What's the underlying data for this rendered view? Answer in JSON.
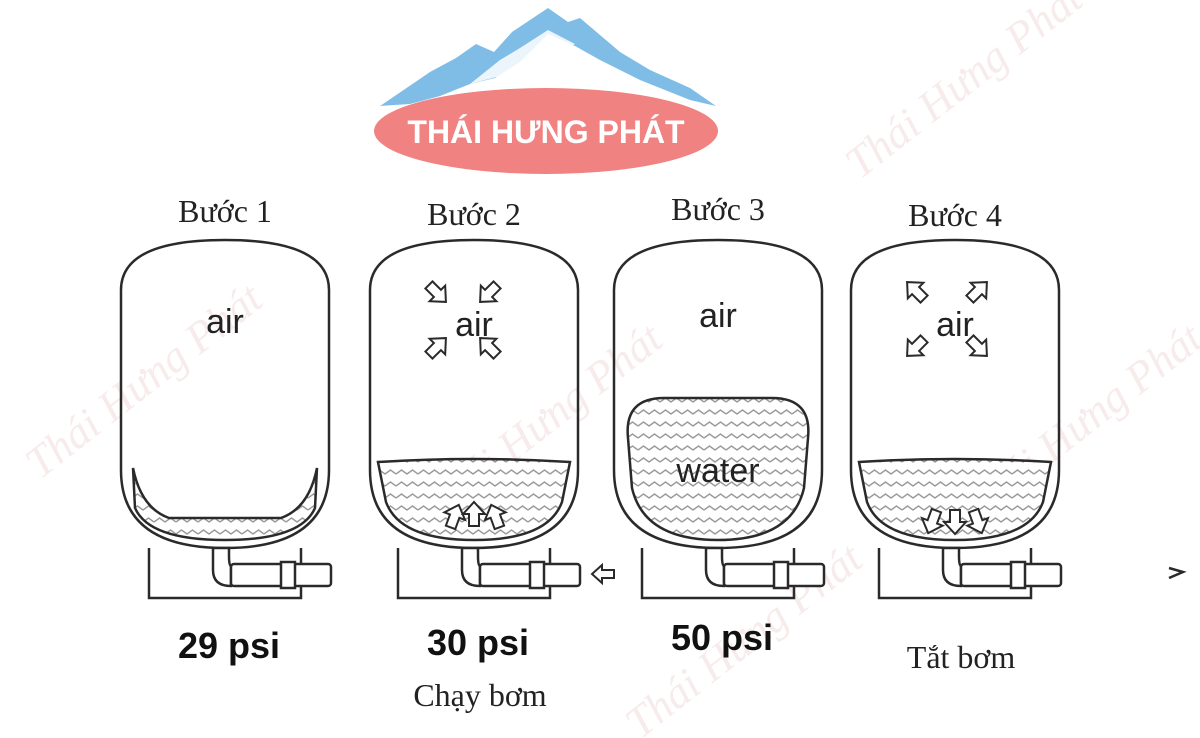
{
  "brand": {
    "name": "THÁI HƯNG PHÁT",
    "watermark": "Thái Hưng Phát",
    "colors": {
      "mountain": "#7fbde6",
      "badge": "#f08282",
      "text": "#ffffff"
    }
  },
  "steps": [
    {
      "title": "Bước 1",
      "air_label": "air",
      "water_label": "",
      "pressure": "29 psi",
      "caption": "",
      "water_level": "low",
      "arrows": "none"
    },
    {
      "title": "Bước 2",
      "air_label": "air",
      "water_label": "",
      "pressure": "30 psi",
      "caption": "Chạy bơm",
      "water_level": "medium",
      "arrows": "inward"
    },
    {
      "title": "Bước 3",
      "air_label": "air",
      "water_label": "water",
      "pressure": "50 psi",
      "caption": "",
      "water_level": "high",
      "arrows": "none"
    },
    {
      "title": "Bước 4",
      "air_label": "air",
      "water_label": "",
      "pressure": "",
      "caption": "Tắt bơm",
      "water_level": "medium",
      "arrows": "outward"
    }
  ]
}
